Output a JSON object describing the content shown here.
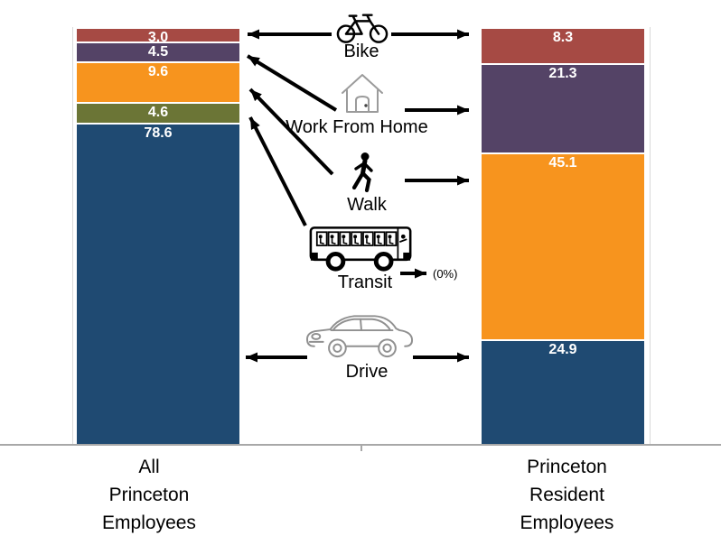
{
  "chart_data": {
    "type": "bar",
    "subtype": "100-percent-stacked-column",
    "unit": "percent",
    "categories": [
      "All Princeton Employees",
      "Princeton Resident Employees"
    ],
    "series": [
      {
        "name": "Bike",
        "color": "#A64A44",
        "values": [
          3.0,
          8.3
        ]
      },
      {
        "name": "Work From Home",
        "color": "#544366",
        "values": [
          4.5,
          21.3
        ]
      },
      {
        "name": "Walk",
        "color": "#F7941E",
        "values": [
          9.6,
          45.1
        ]
      },
      {
        "name": "Transit",
        "color": "#6B7536",
        "values": [
          4.6,
          0
        ]
      },
      {
        "name": "Drive",
        "color": "#1F4A72",
        "values": [
          78.6,
          24.9
        ]
      }
    ],
    "value_labels": "inside-end, one decimal, white bold",
    "annotations": [
      {
        "text": "(0%)",
        "target": "Transit share of Princeton Resident Employees"
      }
    ],
    "legend": "none",
    "gridlines": "off",
    "axis_line_color": "#A8A8A8"
  },
  "modes": {
    "bike": {
      "label": "Bike",
      "icon": "bicycle-icon"
    },
    "wfh": {
      "label": "Work From Home",
      "icon": "house-icon"
    },
    "walk": {
      "label": "Walk",
      "icon": "pedestrian-icon"
    },
    "transit": {
      "label": "Transit",
      "icon": "bus-icon",
      "note": "(0%)"
    },
    "drive": {
      "label": "Drive",
      "icon": "car-icon"
    }
  },
  "x_axis": {
    "left_label_lines": [
      "All",
      "Princeton",
      "Employees"
    ],
    "right_label_lines": [
      "Princeton",
      "Resident",
      "Employees"
    ]
  }
}
